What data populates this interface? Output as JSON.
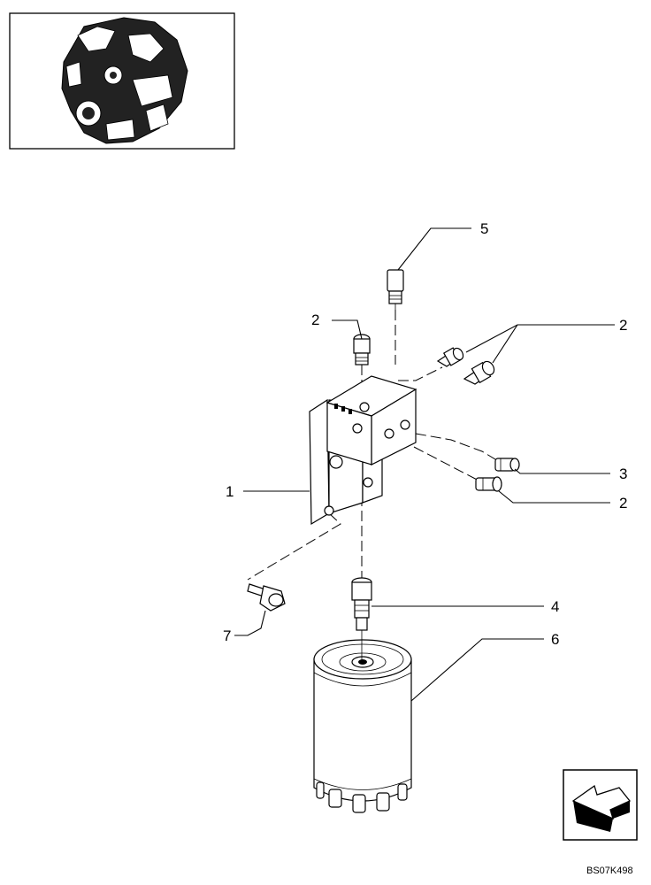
{
  "diagram": {
    "drawing_code": "BS07K498",
    "thumbnail_icon": "engine-overview-icon",
    "nav_icon": "arrow-navigation-icon",
    "callouts": [
      {
        "id": "label-1",
        "text": "1"
      },
      {
        "id": "label-2a",
        "text": "2"
      },
      {
        "id": "label-2b",
        "text": "2"
      },
      {
        "id": "label-2c",
        "text": "2"
      },
      {
        "id": "label-3",
        "text": "3"
      },
      {
        "id": "label-4",
        "text": "4"
      },
      {
        "id": "label-5",
        "text": "5"
      },
      {
        "id": "label-6",
        "text": "6"
      },
      {
        "id": "label-7",
        "text": "7"
      }
    ]
  }
}
